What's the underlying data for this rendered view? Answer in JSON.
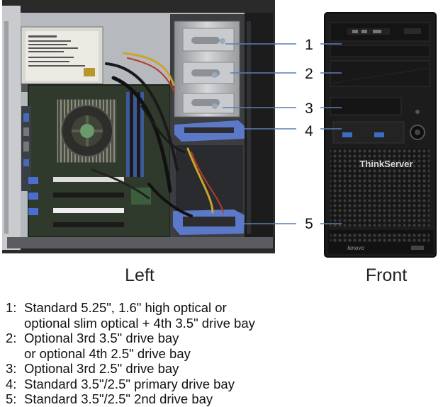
{
  "views": {
    "left": "Left",
    "front": "Front"
  },
  "brand": {
    "server_name": "ThinkServer",
    "maker": "lenovo"
  },
  "callouts": [
    "1",
    "2",
    "3",
    "4",
    "5"
  ],
  "legend": [
    {
      "num": "1:",
      "lines": [
        "Standard 5.25\", 1.6\" high optical or",
        "optional slim optical + 4th 3.5\" drive bay"
      ]
    },
    {
      "num": "2:",
      "lines": [
        "Optional 3rd 3.5\" drive bay",
        "or optional 4th 2.5\" drive bay"
      ]
    },
    {
      "num": "3:",
      "lines": [
        "Optional 3rd 2.5\" drive bay"
      ]
    },
    {
      "num": "4:",
      "lines": [
        "Standard 3.5\"/2.5\" primary drive bay"
      ]
    },
    {
      "num": "5:",
      "lines": [
        "Standard 3.5\"/2.5\" 2nd drive bay"
      ]
    }
  ],
  "colors": {
    "callout_line": "#5a7fb0",
    "drive_tray": "#5b79c8",
    "chassis_dark": "#1c1c1c",
    "chassis_metal": "#b9bcc0"
  }
}
